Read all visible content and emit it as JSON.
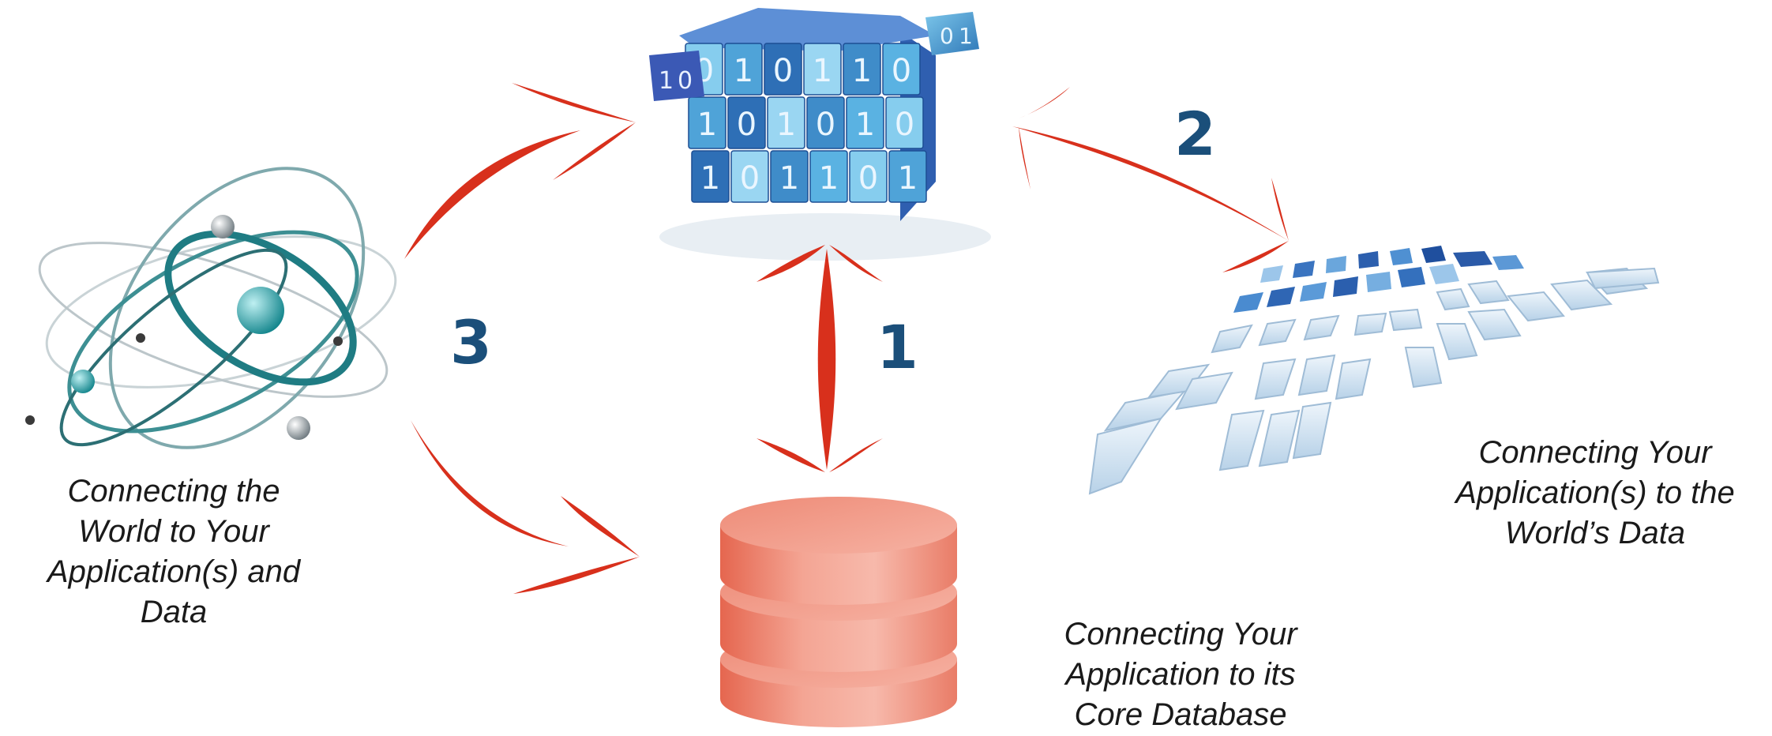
{
  "captions": {
    "world_to_app": [
      "Connecting the",
      "World to Your",
      "Application(s) and",
      "Data"
    ],
    "app_to_world": [
      "Connecting Your",
      "Application(s) to the",
      "World’s Data"
    ],
    "app_to_db": [
      "Connecting Your",
      "Application to its",
      "Core Database"
    ]
  },
  "steps": {
    "one": "1",
    "two": "2",
    "three": "3"
  },
  "cube_digits": [
    "0",
    "1",
    "0",
    "1",
    "1",
    "0",
    "1",
    "0",
    "1",
    "0",
    "1",
    "0",
    "1",
    "0",
    "1",
    "1",
    "0",
    "1"
  ],
  "colors": {
    "arrow": "#d8301c",
    "step_number": "#1b4f7a",
    "database": "#e9806c",
    "cube": "#4f9fd0"
  }
}
